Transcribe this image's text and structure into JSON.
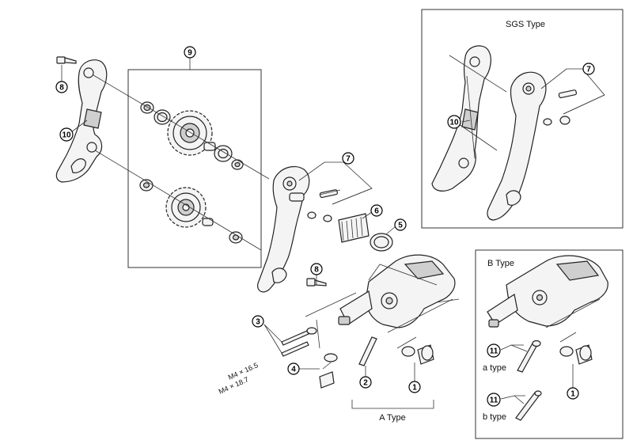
{
  "panels": {
    "sgs_title": "SGS Type",
    "b_title": "B Type",
    "a_title": "A Type"
  },
  "callouts": {
    "c1": "1",
    "c2": "2",
    "c3": "3",
    "c4": "4",
    "c5": "5",
    "c6": "6",
    "c7": "7",
    "c8": "8",
    "c9": "9",
    "c10": "10",
    "c11": "11"
  },
  "labels": {
    "a_type": "a type",
    "b_type": "b type",
    "m4_16": "M4 × 16.5",
    "m4_18": "M4 × 18.7"
  }
}
